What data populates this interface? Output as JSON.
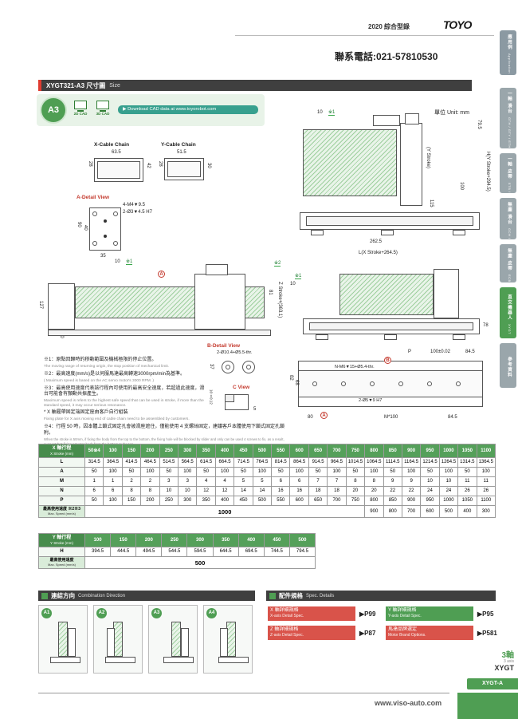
{
  "top": {
    "catalog": "2020 綜合型錄",
    "brand": "TOYO",
    "phone": "聯系電話:021-57810530"
  },
  "header": {
    "title": "XYGT321-A3 尺寸圖",
    "title_en": "Size"
  },
  "cad": {
    "badge": "A3",
    "cad2d": "2D CAD",
    "cad3d": "3D CAD",
    "download": "▶ Download CAD data at www.toyorobot.com",
    "unit": "單位 Unit: mm"
  },
  "drawings": {
    "x_chain": {
      "title": "X-Cable Chain",
      "w": "63.5",
      "h1": "28",
      "h2": "42"
    },
    "y_chain": {
      "title": "Y-Cable Chain",
      "w": "51.5",
      "h1": "28",
      "h2": "30"
    },
    "a_detail": {
      "title": "A-Detail View",
      "holes1": "4-M4▼9.5",
      "holes2": "2-Ø3▼4.5 H7",
      "d90": "90",
      "d40": "40",
      "d35": "35"
    },
    "side_view": {
      "d10": "10",
      "ref1": "※1",
      "d79": "79.5",
      "ystroke": "(Y Stroke)",
      "h": "H(Y Stroke+294.5)",
      "d100": "100",
      "d115": "115",
      "d262": "262.5",
      "l": "L(X Stroke+264.5)"
    },
    "front_view": {
      "d10": "10",
      "ref1": "※1",
      "marker_a": "A",
      "ref2": "※2",
      "zstroke": "Z Stroke+(363.1)",
      "d81": "81",
      "d127": "127",
      "d40": "40"
    },
    "right_view": {
      "ref1": "※1",
      "d10": "10",
      "d78": "78"
    },
    "b_detail": {
      "title": "B-Detail View",
      "holes": "2-Ø10.4+Ø5.5-thr.",
      "d37": "37"
    },
    "c_view": {
      "title": "C View",
      "d10": "10±0.12",
      "d5": "5"
    },
    "base_view": {
      "dp": "P",
      "d100": "100±0.02",
      "d845a": "84.5",
      "holes": "N-M6▼15+Ø5.4-thr.",
      "d82": "82",
      "d68": "68",
      "marker_b": "B",
      "holes2": "2-Ø5▼9 H7",
      "d80": "80",
      "marker_a": "A",
      "m100": "M*100",
      "d845b": "84.5"
    }
  },
  "notes": {
    "n1_zh": "※1：原點回歸時的移動範圍及機械極限的停止位置。",
    "n1_en": "The moving range of returning origin, the stop position of mechanical limit.",
    "n2_zh": "※2：最高速度(mm/s)是以伺服馬達最高轉速3000rpm/min為基準。",
    "n2_en": "( Maximum speed is based on the AC servo motor's 3000 RPM. )",
    "n3_zh": "※3：最高使用速度代表該行程內可使用的最高安全速度，若超過此速度，滑台可能會有顫動共振產生。",
    "n3_en": "Maximum speed is refers to the highest safe speed that can be used in stroke, if more than the standard speed, it may occur serious resonance.",
    "star_zh": "* X 軸履帶固定端固定座由客戶自行組裝",
    "star_en": "Fixing plate for X axis moving end of cable chain need to be assembled by customers.",
    "n4_zh": "※4：行程 50 時，因本體上鎖式固定孔會被滑座遮住，僅能使用 4 支螺絲固定，建議客戶本體使用下鎖式固定孔鎖附。",
    "n4_en": "When the stroke is 50mm, if fixing the body from the top to the bottom, the fixing hole will be blocked by slider and only can be used 4 screws to fix, as a result, suggest that fixing actuator body from the bottom to the top."
  },
  "x_table": {
    "title_zh": "X 軸行程",
    "title_en": "X Stroke (mm)",
    "columns": [
      "50※4",
      "100",
      "150",
      "200",
      "250",
      "300",
      "350",
      "400",
      "450",
      "500",
      "550",
      "600",
      "650",
      "700",
      "750",
      "800",
      "850",
      "900",
      "950",
      "1000",
      "1050",
      "1100"
    ],
    "rows": [
      {
        "label": "L",
        "values": [
          "314.5",
          "364.5",
          "414.5",
          "464.5",
          "514.5",
          "564.5",
          "614.5",
          "664.5",
          "714.5",
          "764.5",
          "814.5",
          "864.5",
          "914.5",
          "964.5",
          "1014.5",
          "1064.5",
          "1114.5",
          "1164.5",
          "1214.5",
          "1264.5",
          "1314.5",
          "1364.5"
        ]
      },
      {
        "label": "A",
        "values": [
          "50",
          "100",
          "50",
          "100",
          "50",
          "100",
          "50",
          "100",
          "50",
          "100",
          "50",
          "100",
          "50",
          "100",
          "50",
          "100",
          "50",
          "100",
          "50",
          "100",
          "50",
          "100"
        ]
      },
      {
        "label": "M",
        "values": [
          "1",
          "1",
          "2",
          "2",
          "3",
          "3",
          "4",
          "4",
          "5",
          "5",
          "6",
          "6",
          "7",
          "7",
          "8",
          "8",
          "9",
          "9",
          "10",
          "10",
          "11",
          "11"
        ]
      },
      {
        "label": "N",
        "values": [
          "6",
          "6",
          "8",
          "8",
          "10",
          "10",
          "12",
          "12",
          "14",
          "14",
          "16",
          "16",
          "18",
          "18",
          "20",
          "20",
          "22",
          "22",
          "24",
          "24",
          "26",
          "26"
        ]
      },
      {
        "label": "P",
        "values": [
          "50",
          "100",
          "150",
          "200",
          "250",
          "300",
          "350",
          "400",
          "450",
          "500",
          "550",
          "600",
          "650",
          "700",
          "750",
          "800",
          "850",
          "900",
          "950",
          "1000",
          "1050",
          "1100"
        ]
      }
    ],
    "speed_row": {
      "label_zh": "最高使用速度 ※2※3",
      "label_en": "Max. Speed (mm/s)",
      "merged_value": "1000",
      "merged_span": 15,
      "tail_values": [
        "900",
        "800",
        "700",
        "600",
        "500",
        "400",
        "300"
      ]
    }
  },
  "y_table": {
    "title_zh": "Y 軸行程",
    "title_en": "Y Stroke (mm)",
    "columns": [
      "100",
      "150",
      "200",
      "250",
      "300",
      "350",
      "400",
      "450",
      "500"
    ],
    "rows": [
      {
        "label": "H",
        "values": [
          "394.5",
          "444.5",
          "494.5",
          "544.5",
          "594.5",
          "644.5",
          "694.5",
          "744.5",
          "794.5"
        ]
      }
    ],
    "speed_row": {
      "label_zh": "最高使用速度",
      "label_en": "Max. Speed (mm/s)",
      "merged_value": "500",
      "merged_span": 9,
      "tail_values": []
    }
  },
  "sections": {
    "combination": {
      "zh": "連結方向",
      "en": "Combination Direction"
    },
    "spec": {
      "zh": "配件規格",
      "en": "Spec. Details"
    }
  },
  "combo": {
    "items": [
      {
        "label": "A1"
      },
      {
        "label": "A2"
      },
      {
        "label": "A3"
      },
      {
        "label": "A4"
      }
    ]
  },
  "spec": {
    "items": [
      {
        "zh": "X 軸詳細規格",
        "en": "X-axis Detail Spec.",
        "page": "▶P99",
        "color": "#d9534a"
      },
      {
        "zh": "Y 軸詳細規格",
        "en": "Y-axis Detail Spec.",
        "page": "▶P95",
        "color": "#4f9e53"
      },
      {
        "zh": "Z 軸詳細規格",
        "en": "Z-axis Detail Spec.",
        "page": "▶P87",
        "color": "#d9534a"
      },
      {
        "zh": "馬達品牌選定",
        "en": "Motor Brand Options.",
        "page": "▶P581",
        "color": "#d9534a"
      }
    ]
  },
  "sidebar": {
    "items": [
      {
        "zh": "應用例",
        "en": "Application",
        "color": "#8b99a2"
      },
      {
        "zh": "一軸 滑台",
        "en": "GTH / GTY / ETH / Y",
        "color": "#9aa6ab"
      },
      {
        "zh": "一軸 皮帶",
        "en": "ETB / M",
        "color": "#9aa6ab"
      },
      {
        "zh": "無塵 滑台",
        "en": "GCH / ECH",
        "color": "#9aa6ab"
      },
      {
        "zh": "無塵 皮帶",
        "en": "ECB",
        "color": "#9aa6ab"
      },
      {
        "zh": "直交機器人",
        "en": "XYGT Series",
        "color": "#4f9e53"
      },
      {
        "zh": "參考資料",
        "en": "Reference",
        "color": "#9aa6ab"
      }
    ]
  },
  "footer": {
    "url": "www.viso-auto.com",
    "axis_zh": "3軸",
    "axis_en": "3 axis",
    "series": "XYGT",
    "tab": "XYGT-A"
  }
}
